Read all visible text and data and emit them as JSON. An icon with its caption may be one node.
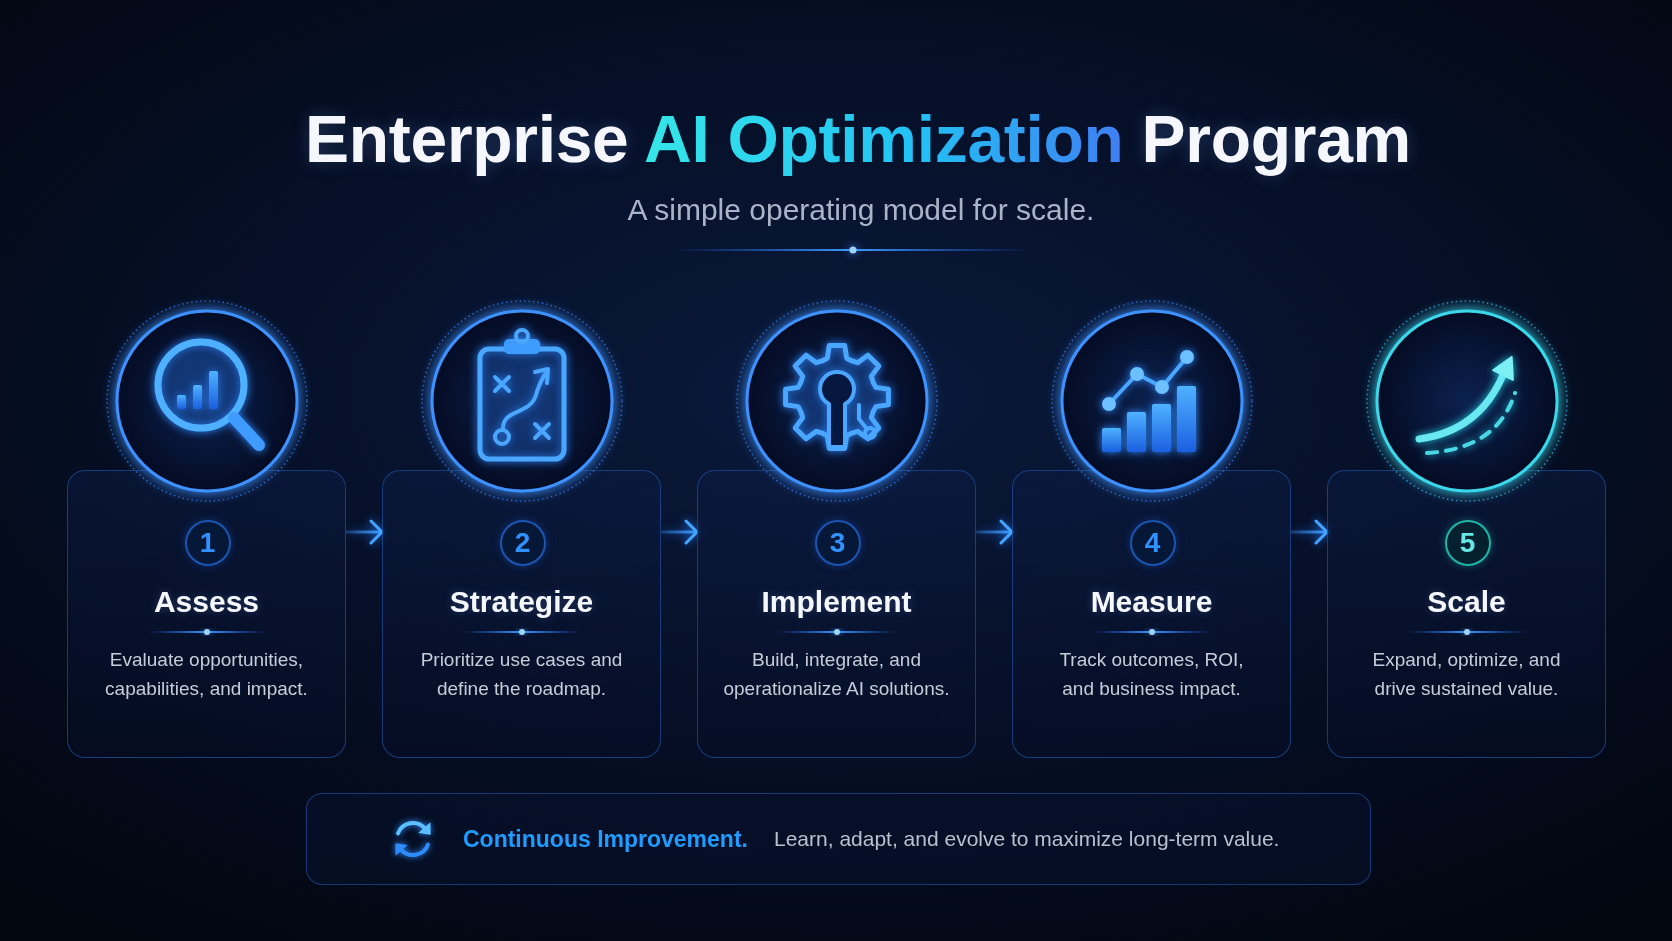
{
  "diagram": {
    "title": "Enterprise **AI Optimization** Program",
    "nodes": [
      {
        "text": [
          "Assess",
          "Evaluate opportunities, capabilities, and impact."
        ]
      },
      {
        "text": [
          "1"
        ],
        "in": 0
      },
      {
        "text": [
          "Strategize",
          "Prioritize use cases and define the roadmap."
        ]
      },
      {
        "text": [
          "2"
        ],
        "in": 2
      },
      {
        "text": [
          "Implement",
          "Build, integrate, and operationalize AI solutions."
        ]
      },
      {
        "text": [
          "3"
        ],
        "in": 4
      },
      {
        "text": [
          "Measure",
          "Track outcomes, ROI, and business impact."
        ]
      },
      {
        "text": [
          "4"
        ],
        "in": 6
      },
      {
        "text": [
          "Scale",
          "Expand, optimize, and drive sustained value."
        ]
      },
      {
        "text": [
          "5"
        ],
        "in": 8
      },
      {
        "text": [
          "Continuous Improvement.",
          "Learn, adapt, and evolve to maximize long-term value."
        ]
      }
    ],
    "edges": [
      {
        "from": 0,
        "to": 2,
        "arrow": "to"
      },
      {
        "from": 2,
        "to": 4,
        "arrow": "to"
      },
      {
        "from": 4,
        "to": 6,
        "arrow": "to"
      },
      {
        "from": 6,
        "to": 8,
        "arrow": "to"
      }
    ],
    "labels": [
      "A simple operating model for scale."
    ]
  }
}
